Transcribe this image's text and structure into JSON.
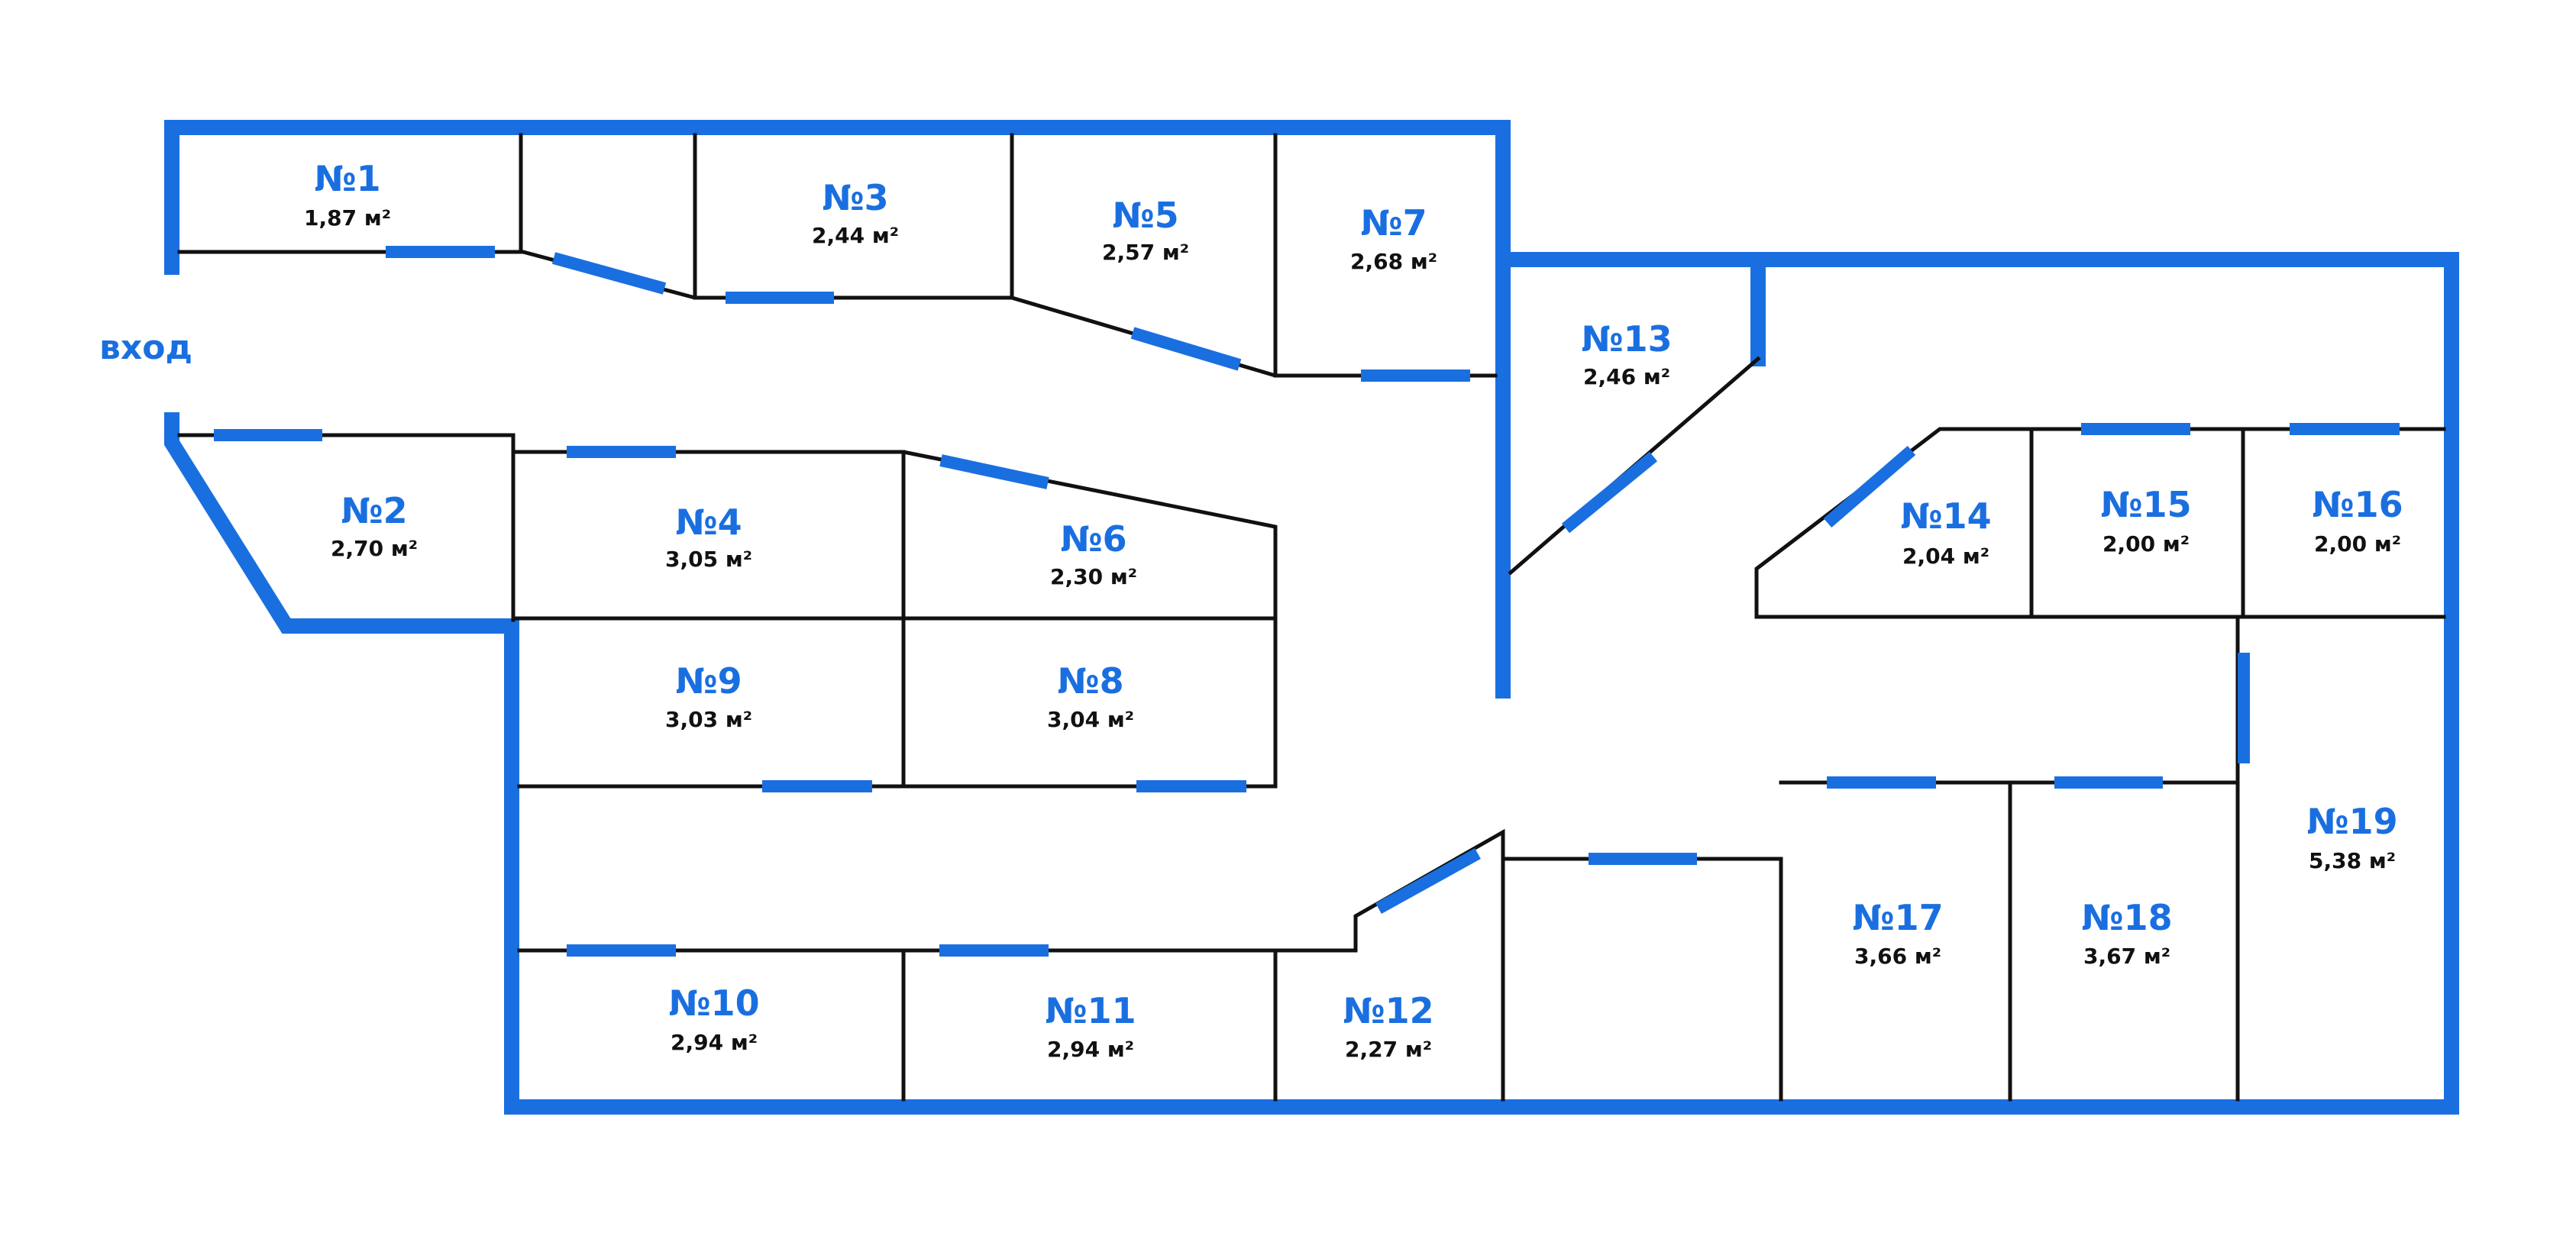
{
  "entrance_label": "вход",
  "colors": {
    "accent": "#1a6fe0",
    "walls": "#111111",
    "background": "#ffffff"
  },
  "rooms": [
    {
      "id": 1,
      "number": "№1",
      "area": "1,87 м²"
    },
    {
      "id": 2,
      "number": "№2",
      "area": "2,70 м²"
    },
    {
      "id": 3,
      "number": "№3",
      "area": "2,44 м²"
    },
    {
      "id": 4,
      "number": "№4",
      "area": "3,05 м²"
    },
    {
      "id": 5,
      "number": "№5",
      "area": "2,57 м²"
    },
    {
      "id": 6,
      "number": "№6",
      "area": "2,30 м²"
    },
    {
      "id": 7,
      "number": "№7",
      "area": "2,68 м²"
    },
    {
      "id": 8,
      "number": "№8",
      "area": "3,04 м²"
    },
    {
      "id": 9,
      "number": "№9",
      "area": "3,03 м²"
    },
    {
      "id": 10,
      "number": "№10",
      "area": "2,94 м²"
    },
    {
      "id": 11,
      "number": "№11",
      "area": "2,94 м²"
    },
    {
      "id": 12,
      "number": "№12",
      "area": "2,27 м²"
    },
    {
      "id": 13,
      "number": "№13",
      "area": "2,46 м²"
    },
    {
      "id": 14,
      "number": "№14",
      "area": "2,04 м²"
    },
    {
      "id": 15,
      "number": "№15",
      "area": "2,00 м²"
    },
    {
      "id": 16,
      "number": "№16",
      "area": "2,00 м²"
    },
    {
      "id": 17,
      "number": "№17",
      "area": "3,66 м²"
    },
    {
      "id": 18,
      "number": "№18",
      "area": "3,67 м²"
    },
    {
      "id": 19,
      "number": "№19",
      "area": "5,38 м²"
    }
  ]
}
